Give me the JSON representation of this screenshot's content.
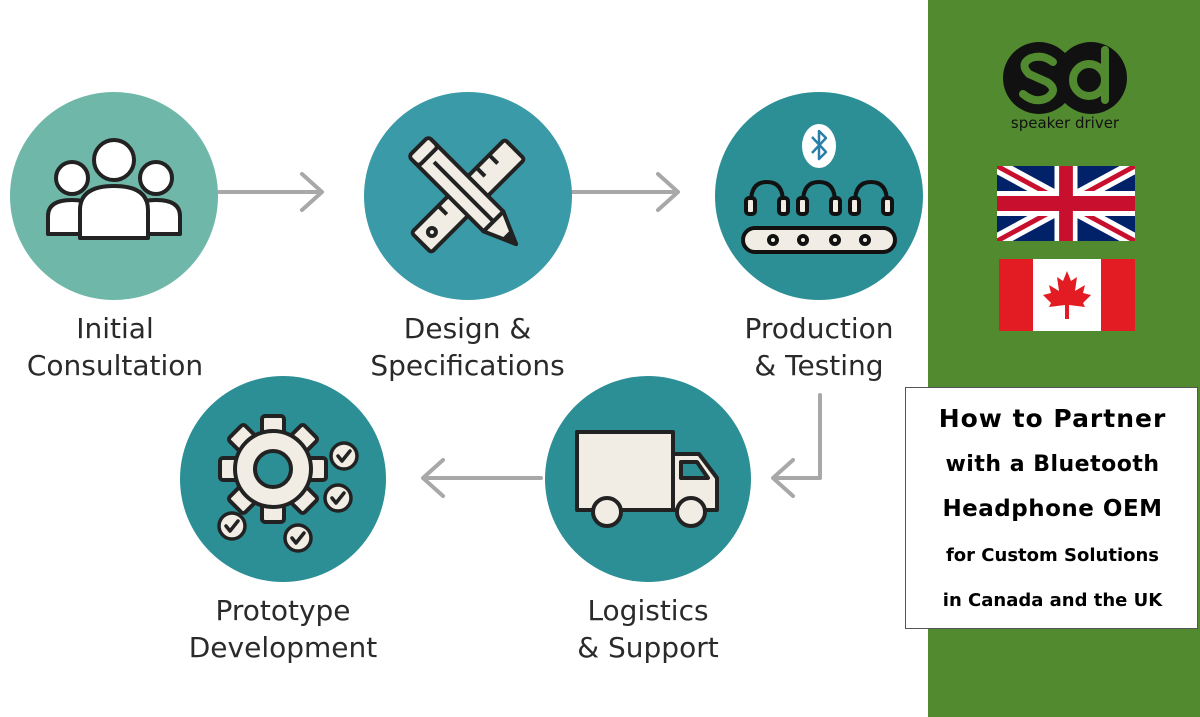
{
  "steps": [
    {
      "line1": "Initial",
      "line2": "Consultation",
      "icon": "people-icon"
    },
    {
      "line1": "Design &",
      "line2": "Specifications",
      "icon": "pencil-ruler-icon"
    },
    {
      "line1": "Production",
      "line2": "& Testing",
      "icon": "headphones-conveyor-icon"
    },
    {
      "line1": "Prototype",
      "line2": "Development",
      "icon": "gear-checks-icon"
    },
    {
      "line1": "Logistics",
      "line2": "& Support",
      "icon": "truck-icon"
    }
  ],
  "brand": {
    "logo_letters": "sd",
    "name": "speaker driver"
  },
  "flags": [
    "uk-flag",
    "canada-flag"
  ],
  "title": {
    "line1": "How to Partner",
    "line2": "with a Bluetooth",
    "line3": "Headphone OEM",
    "line4": "for Custom Solutions",
    "line5": "in Canada and the UK"
  },
  "colors": {
    "sidebar": "#528a2f",
    "circle_light": "#6fb7a8",
    "circle_teal": "#2c8f96",
    "arrow": "#a8a8a8"
  }
}
